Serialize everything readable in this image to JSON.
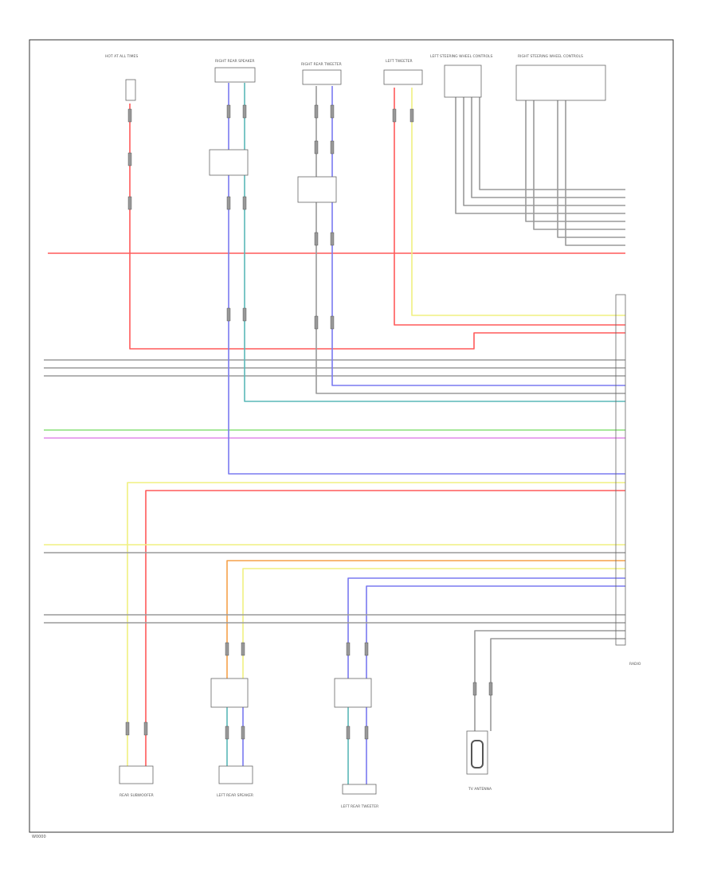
{
  "page": {
    "footer_code": "W0000"
  },
  "colors": {
    "red": "#ff5a5a",
    "yellow": "#f0f080",
    "green": "#8ae07a",
    "magenta": "#e08ae8",
    "orange": "#f5a14a",
    "blue": "#7a7af0",
    "teal": "#5ab8b8",
    "gray": "#9a9a9a",
    "pink": "#f7a0a0"
  },
  "components": {
    "top_fuse": "HOT AT ALL TIMES",
    "right_rear_speaker": "RIGHT REAR SPEAKER",
    "right_rear_tweeter": "RIGHT REAR TWEETER",
    "left_tweeter": "LEFT TWEETER",
    "left_steering_controls": "LEFT STEERING WHEEL CONTROLS",
    "right_steering_controls": "RIGHT STEERING WHEEL CONTROLS",
    "left_rear_speaker": "LEFT REAR SPEAKER",
    "left_rear_tweeter": "LEFT REAR TWEETER",
    "subwoofer": "REAR SUBWOOFER",
    "tv_antenna": "TV ANTENNA",
    "radio": "RADIO"
  }
}
